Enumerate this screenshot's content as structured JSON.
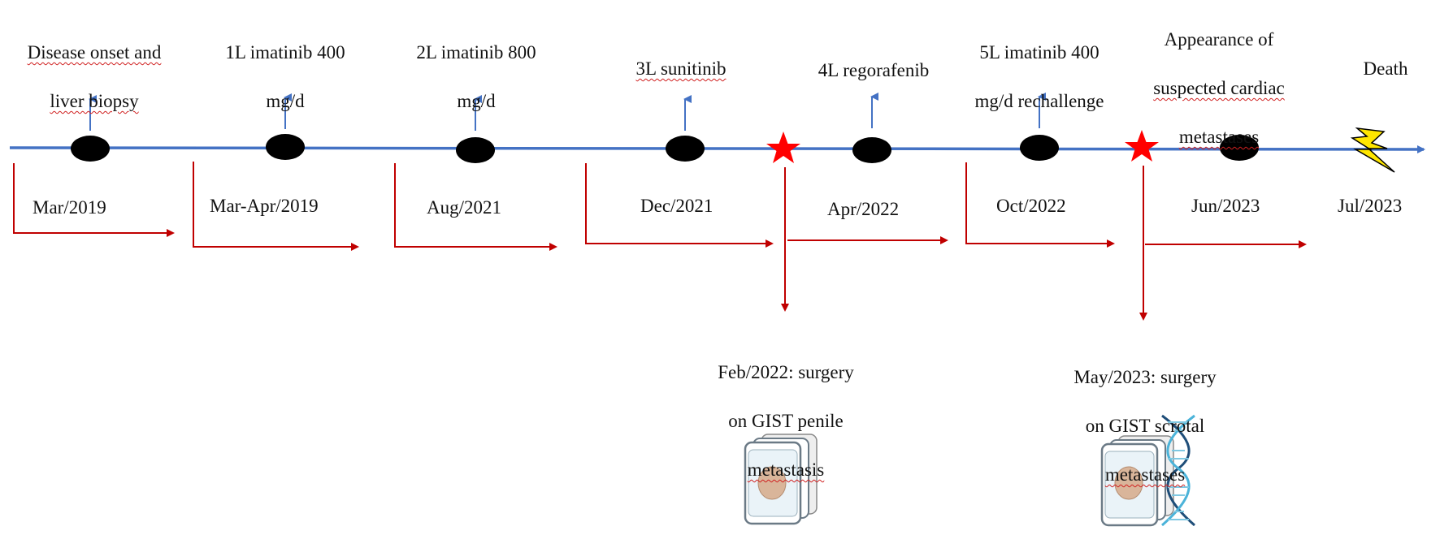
{
  "colors": {
    "timeline": "#4472c4",
    "event_dot": "#000000",
    "treatment_arrow": "#c00000",
    "star": "#ff0000",
    "up_arrow": "#4472c4",
    "bolt": "#ffe600",
    "spellcheck_underline": "#d02020"
  },
  "events": [
    {
      "line1": "Disease onset and",
      "line2": "liver biopsy",
      "date": "Mar/2019"
    },
    {
      "line1": "1L imatinib 400",
      "line2": "mg/d",
      "date": "Mar-Apr/2019"
    },
    {
      "line1": "2L imatinib 800",
      "line2": "mg/d",
      "date": "Aug/2021"
    },
    {
      "line1": "3L sunitinib",
      "line2": "",
      "date": "Dec/2021"
    },
    {
      "line1": "4L regorafenib",
      "line2": "",
      "date": "Apr/2022"
    },
    {
      "line1": "5L imatinib 400",
      "line2": "mg/d rechallenge",
      "date": "Oct/2022"
    },
    {
      "line1": "Appearance of",
      "line2": "suspected cardiac",
      "line3": "metastases",
      "date": "Jun/2023"
    },
    {
      "line1": "Death",
      "line2": "",
      "date": "Jul/2023"
    }
  ],
  "surgeries": [
    {
      "line1": "Feb/2022: surgery",
      "line2": "on GIST penile",
      "line3": "metastasis",
      "icons": [
        "slide-stack-icon"
      ]
    },
    {
      "line1": "May/2023: surgery",
      "line2": "on GIST scrotal",
      "line3": "metastases",
      "icons": [
        "slide-stack-icon",
        "dna-helix-icon"
      ]
    }
  ]
}
